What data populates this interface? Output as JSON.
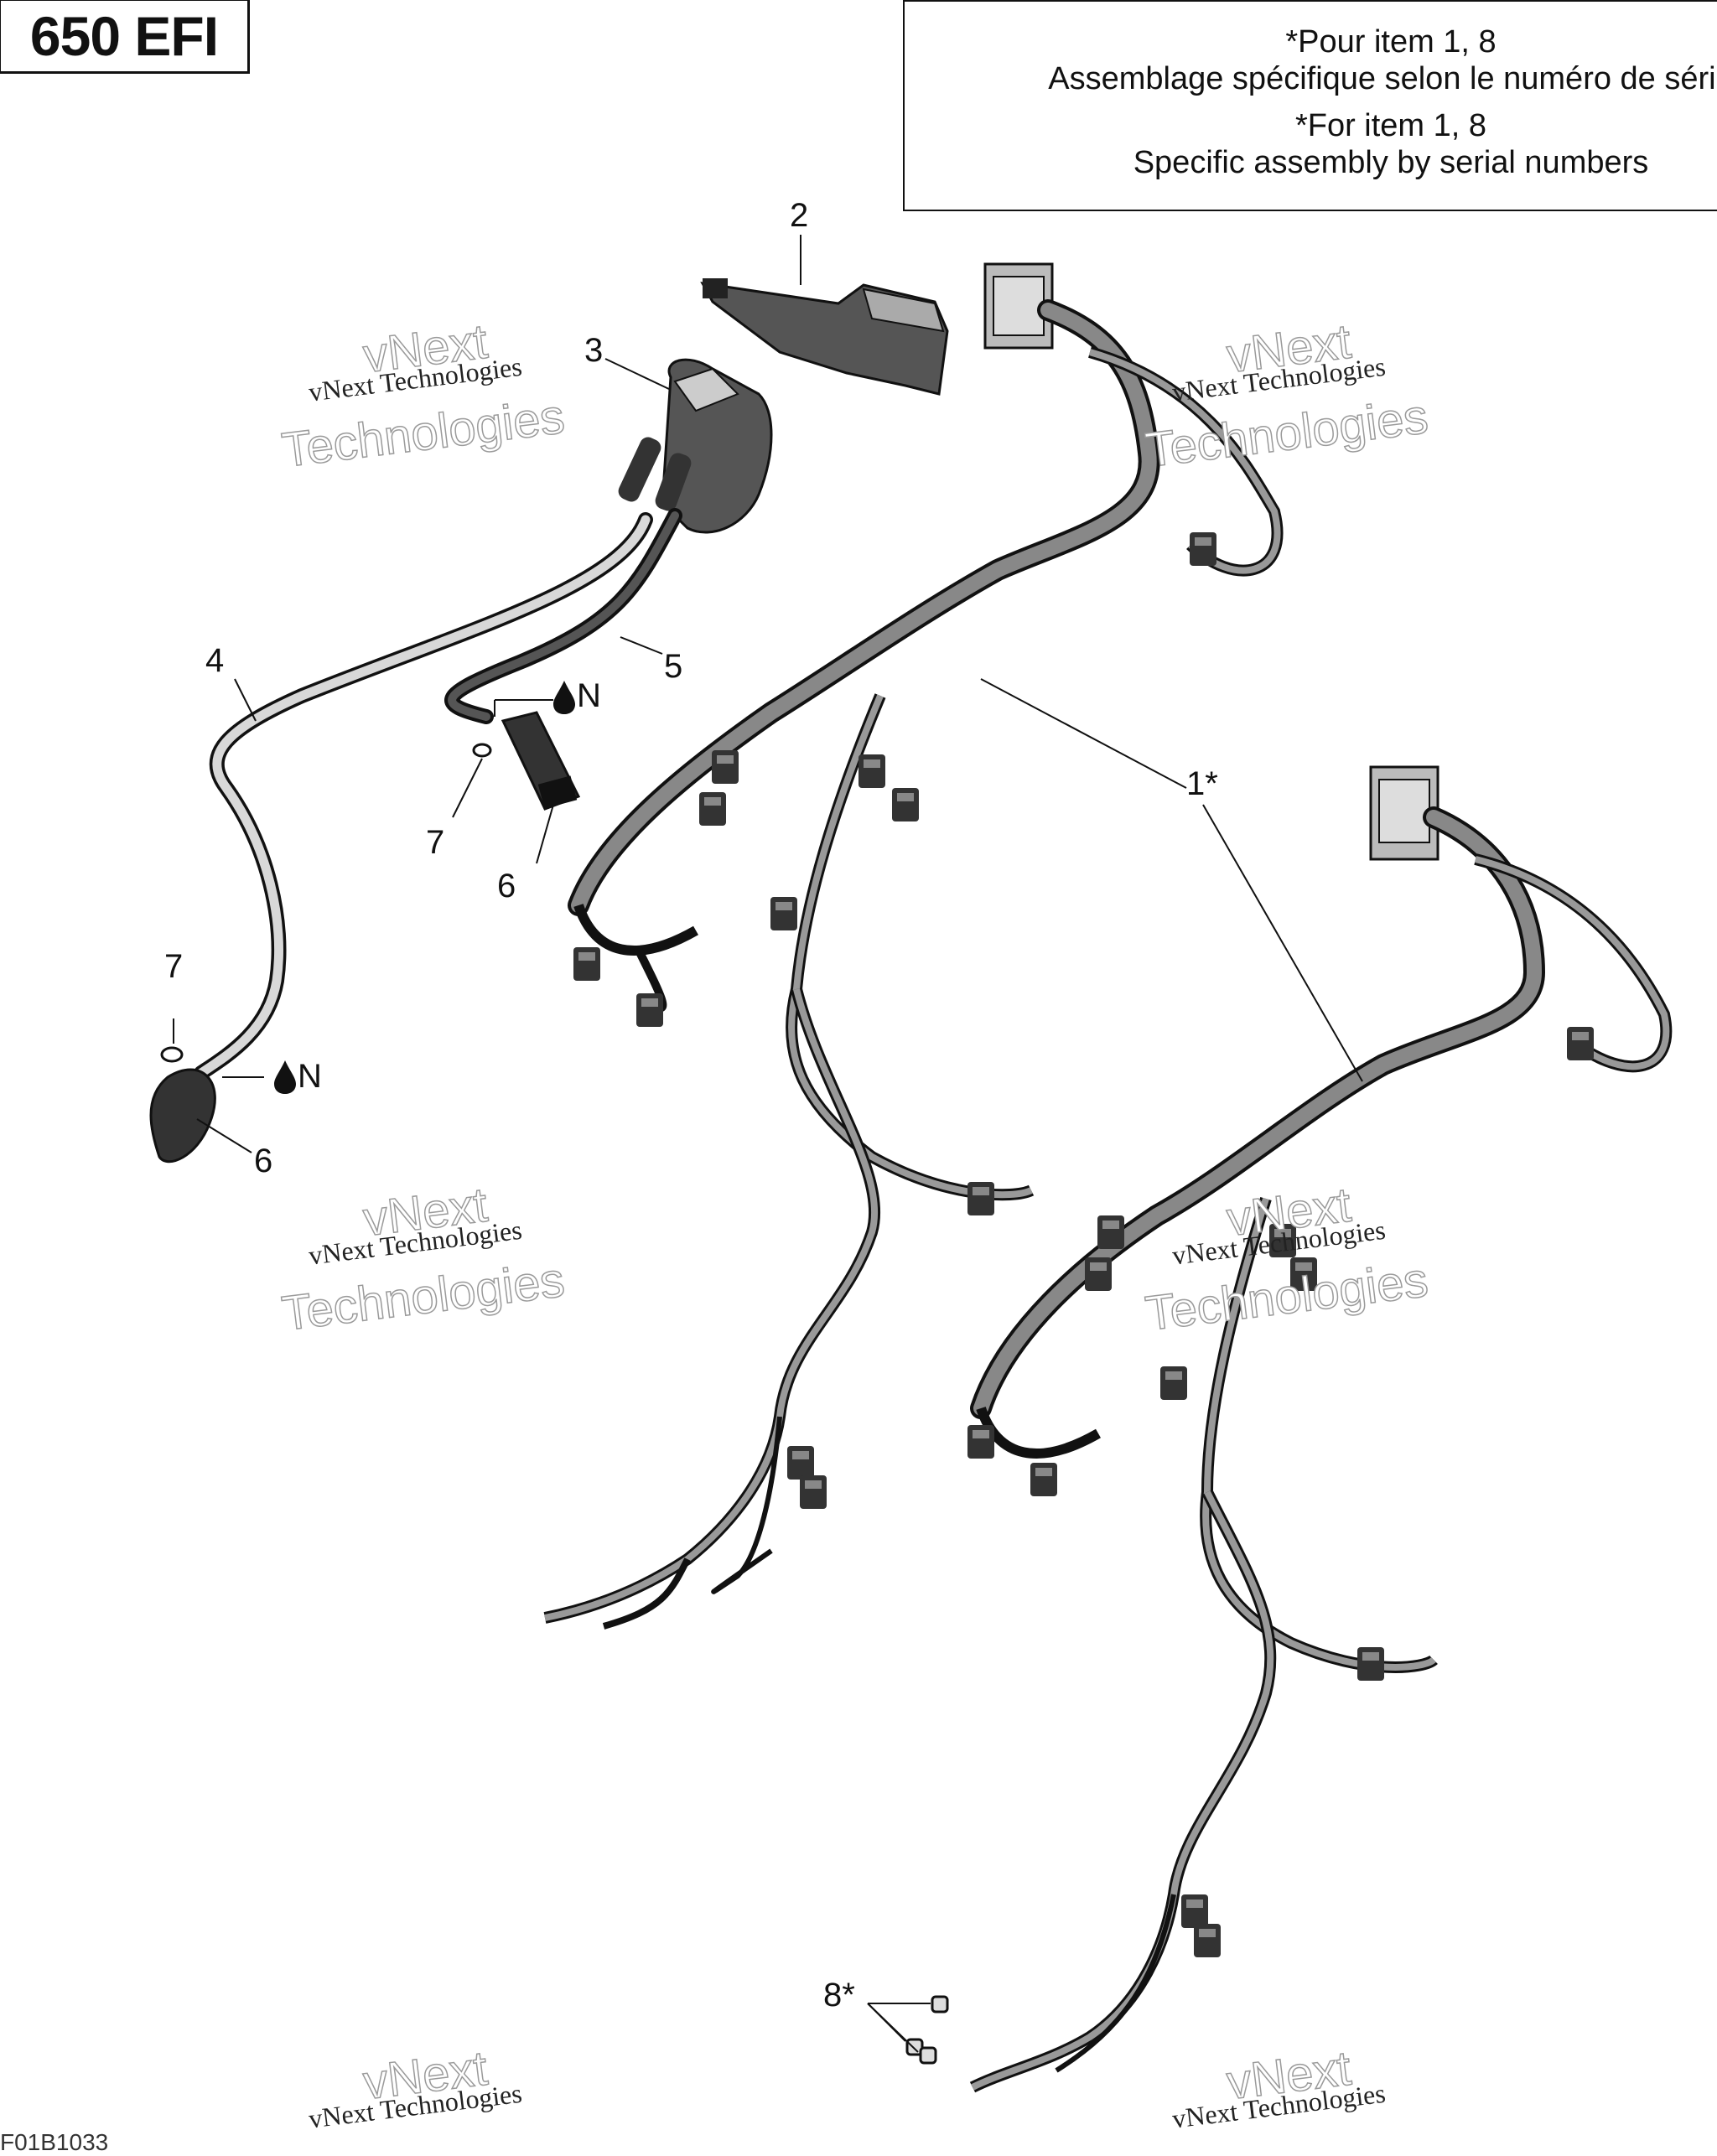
{
  "badge": {
    "model": "650 EFI"
  },
  "note": {
    "fr_line1": "*Pour item 1, 8",
    "fr_line2": "Assemblage spécifique selon le numéro de série",
    "en_line1": "*For item 1, 8",
    "en_line2": "Specific assembly by serial numbers"
  },
  "callouts": {
    "c1": "1*",
    "c2": "2",
    "c3": "3",
    "c4": "4",
    "c5": "5",
    "c6a": "6",
    "c6b": "6",
    "c7a": "7",
    "c7b": "7",
    "c8": "8*"
  },
  "symbols": {
    "drop_n_a": "N",
    "drop_n_b": "N"
  },
  "watermark": {
    "brand_small": "vNext Technologies",
    "brand_big_1": "vNext",
    "brand_big_2": "Technologies"
  },
  "doc_id": "F01B1033"
}
